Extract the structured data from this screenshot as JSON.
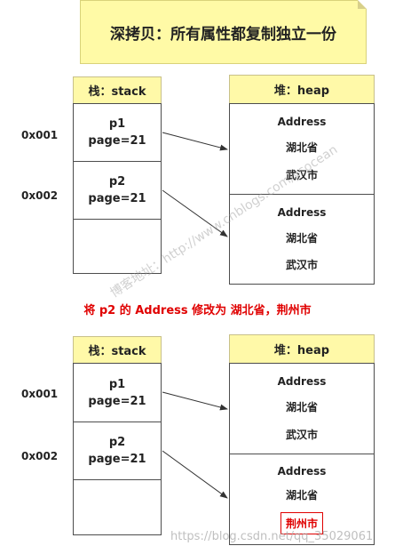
{
  "title": "深拷贝：所有属性都复制独立一份",
  "top": {
    "stack_label": "栈：stack",
    "heap_label": "堆：heap",
    "addresses": [
      "0x001",
      "0x002"
    ],
    "stack_cells": [
      {
        "name": "p1",
        "page": "page=21"
      },
      {
        "name": "p2",
        "page": "page=21"
      }
    ],
    "heap_objects": [
      {
        "title": "Address",
        "province": "湖北省",
        "city": "武汉市"
      },
      {
        "title": "Address",
        "province": "湖北省",
        "city": "武汉市"
      }
    ]
  },
  "caption": "将 p2 的 Address 修改为 湖北省，荆州市",
  "bottom": {
    "stack_label": "栈：stack",
    "heap_label": "堆：heap",
    "addresses": [
      "0x001",
      "0x002"
    ],
    "stack_cells": [
      {
        "name": "p1",
        "page": "page=21"
      },
      {
        "name": "p2",
        "page": "page=21"
      }
    ],
    "heap_objects": [
      {
        "title": "Address",
        "province": "湖北省",
        "city": "武汉市"
      },
      {
        "title": "Address",
        "province": "湖北省",
        "city": "荆州市"
      }
    ]
  },
  "watermarks": {
    "diagonal": "博客地址：http://www.cnblogs.com/ysocean",
    "bottom": "https://blog.csdn.net/qq_35029061"
  },
  "colors": {
    "note_yellow": "#fffaa6",
    "highlight_red": "#e00000"
  }
}
